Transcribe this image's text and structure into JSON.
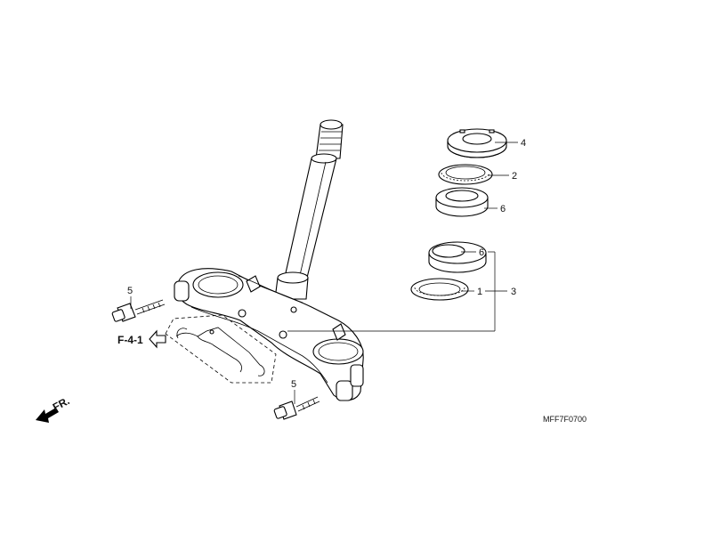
{
  "callouts": {
    "part_4": "4",
    "part_2": "2",
    "part_6_upper": "6",
    "part_6_lower": "6",
    "part_1": "1",
    "part_3": "3",
    "part_5_upper": "5",
    "part_5_lower": "5"
  },
  "reference": {
    "label": "F-4-1",
    "front_label": "FR."
  },
  "diagram_code": "MFF7F0700"
}
